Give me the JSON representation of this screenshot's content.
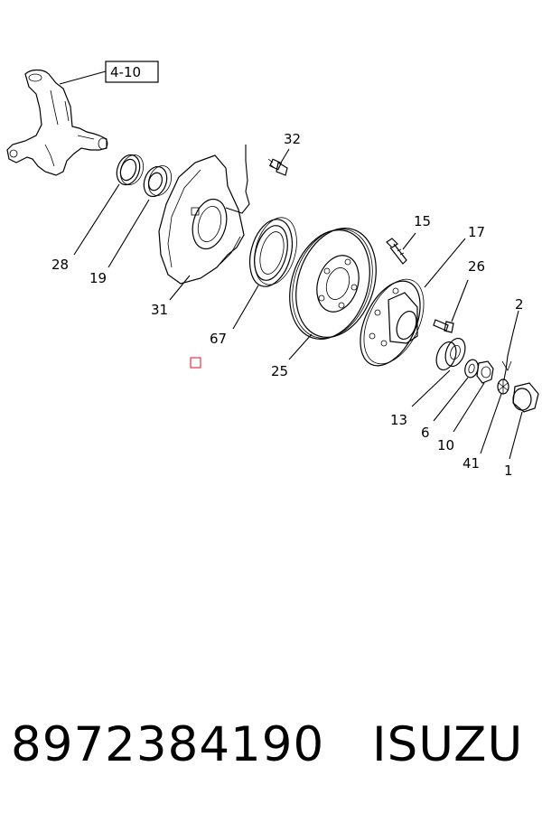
{
  "diagram": {
    "ref_box": "4-10",
    "callouts": [
      {
        "id": "c32",
        "text": "32"
      },
      {
        "id": "c15",
        "text": "15"
      },
      {
        "id": "c17",
        "text": "17"
      },
      {
        "id": "c26",
        "text": "26"
      },
      {
        "id": "c2",
        "text": "2"
      },
      {
        "id": "c28",
        "text": "28"
      },
      {
        "id": "c19",
        "text": "19"
      },
      {
        "id": "c31",
        "text": "31"
      },
      {
        "id": "c67",
        "text": "67"
      },
      {
        "id": "c25",
        "text": "25"
      },
      {
        "id": "c13",
        "text": "13"
      },
      {
        "id": "c6",
        "text": "6"
      },
      {
        "id": "c10",
        "text": "10"
      },
      {
        "id": "c41",
        "text": "41"
      },
      {
        "id": "c1",
        "text": "1"
      }
    ],
    "marker_color": "#e8353a"
  },
  "footer": {
    "part_number": "8972384190",
    "brand": "ISUZU"
  }
}
